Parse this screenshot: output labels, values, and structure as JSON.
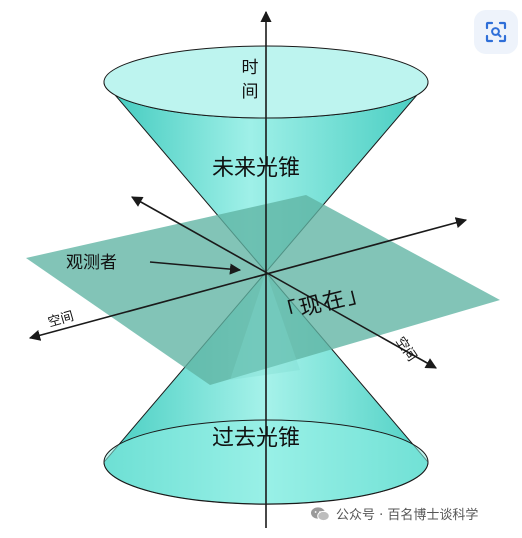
{
  "labels": {
    "time_axis": "时\n间",
    "future_cone": "未来光锥",
    "past_cone": "过去光锥",
    "observer": "观测者",
    "present": "「现在」",
    "space_left": "空间",
    "space_right": "空间"
  },
  "watermark": {
    "text": "公众号 · 百名博士谈科学",
    "icon": "wechat-icon"
  },
  "scan_button": {
    "icon": "scan-icon"
  },
  "colors": {
    "cone_fill": "#6fe3d8",
    "cone_rim": "#b8f3ee",
    "plane_fill": "#5fb3a3",
    "axis": "#1a1a1a",
    "scan_icon": "#2f6fd8"
  }
}
